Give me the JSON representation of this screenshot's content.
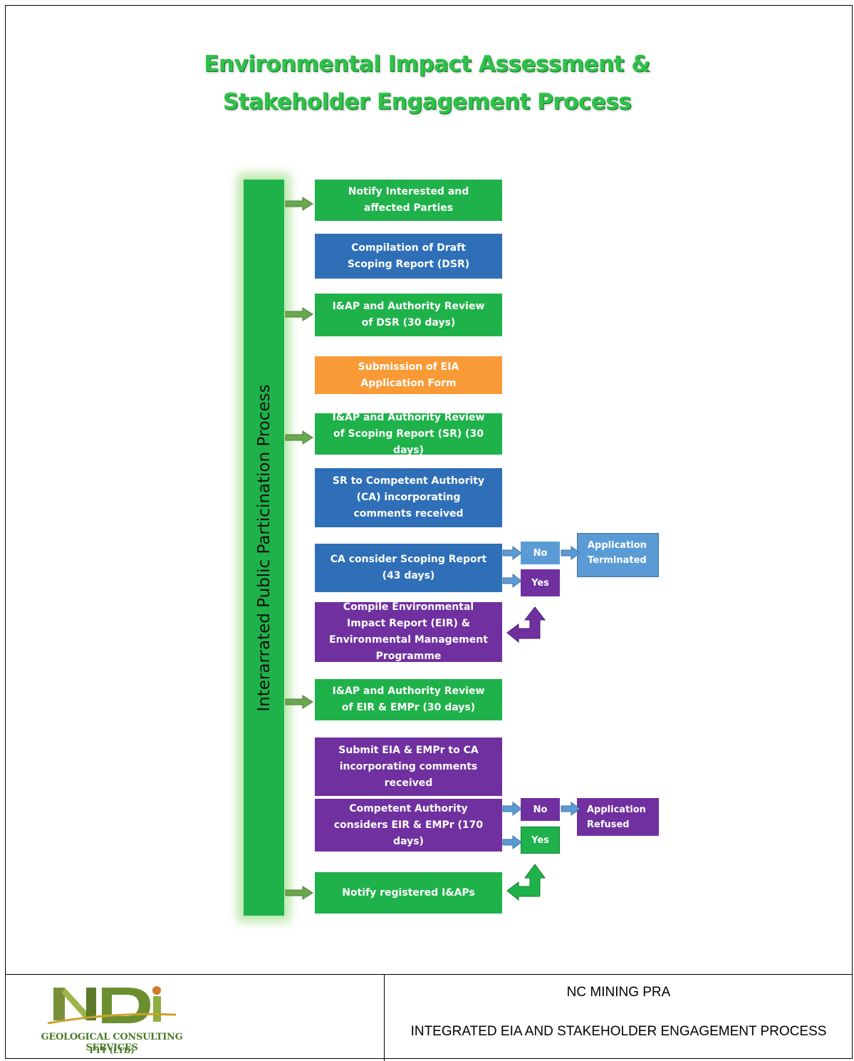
{
  "title": {
    "line1": "Environmental Impact Assessment &",
    "line2": "Stakeholder Engagement Process"
  },
  "side_bar_label": "Interarrated Public Particination Process",
  "steps": [
    {
      "label": "Notify Interested and affected Parties",
      "color": "#1fb24a"
    },
    {
      "label": "Compilation of Draft Scoping Report (DSR)",
      "color": "#2e6fb8"
    },
    {
      "label": "I&AP and Authority Review of DSR (30 days)",
      "color": "#1fb24a"
    },
    {
      "label": "Submission of EIA Application Form",
      "color": "#fa9a36"
    },
    {
      "label": "I&AP and Authority Review of Scoping Report (SR) (30 days)",
      "color": "#1fb24a"
    },
    {
      "label": "SR to Competent Authority (CA) incorporating comments received",
      "color": "#2e6fb8"
    },
    {
      "label": "CA consider Scoping Report (43 days)",
      "color": "#2e6fb8"
    },
    {
      "label": "Compile Environmental Impact Report (EIR) & Environmental Management Programme",
      "color": "#7030a0"
    },
    {
      "label": "I&AP and Authority Review of EIR & EMPr (30 days)",
      "color": "#1fb24a"
    },
    {
      "label": "Submit EIA & EMPr to CA incorporating comments received",
      "color": "#7030a0"
    },
    {
      "label": "Competent Authority considers EIR & EMPr (170 days)",
      "color": "#7030a0"
    },
    {
      "label": "Notify registered I&APs",
      "color": "#1fb24a"
    }
  ],
  "decision1": {
    "no": "No",
    "yes": "Yes",
    "outcome": "Application Terminated"
  },
  "decision2": {
    "no": "No",
    "yes": "Yes",
    "outcome": "Application Refused"
  },
  "footer": {
    "logo_main": "GEOLOGICAL CONSULTING SERVICES",
    "logo_sub": "PTY (LTD)",
    "project": "NC MINING PRA",
    "doc_title": "INTEGRATED EIA AND STAKEHOLDER ENGAGEMENT PROCESS"
  }
}
